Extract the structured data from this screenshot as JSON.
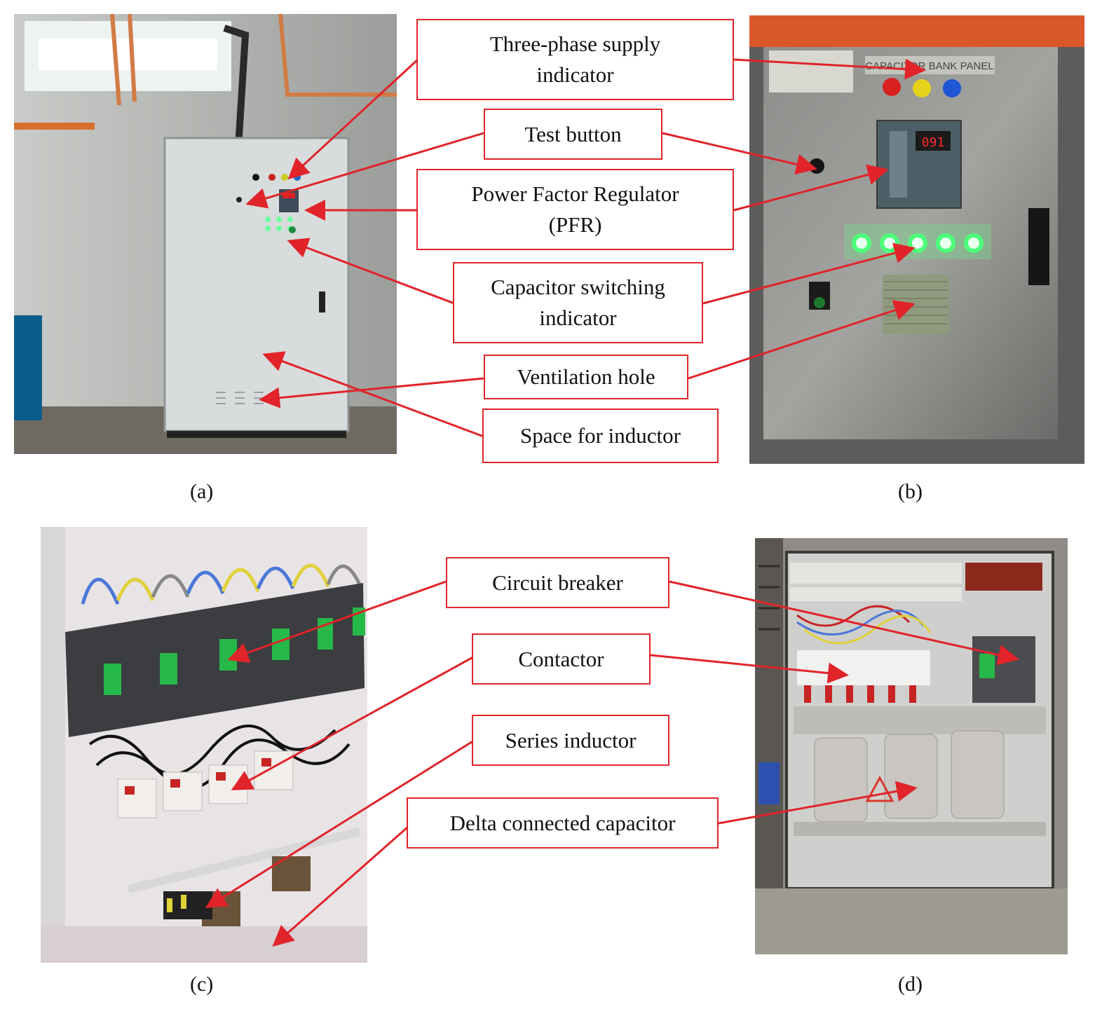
{
  "labels": {
    "three_phase": "Three-phase supply indicator",
    "three_phase_l1": "Three-phase supply",
    "three_phase_l2": "indicator",
    "test_button": "Test button",
    "pfr_l1": "Power Factor Regulator",
    "pfr_l2": "(PFR)",
    "cap_switch_l1": "Capacitor switching",
    "cap_switch_l2": "indicator",
    "ventilation": "Ventilation hole",
    "inductor_space": "Space for inductor",
    "circuit_breaker": "Circuit breaker",
    "contactor": "Contactor",
    "series_inductor": "Series inductor",
    "delta_capacitor": "Delta connected capacitor"
  },
  "captions": {
    "a": "(a)",
    "b": "(b)",
    "c": "(c)",
    "d": "(d)"
  },
  "photo_text": {
    "panel_plate": "CAPACITOR BANK PANEL",
    "pfr_display": "091"
  },
  "colors": {
    "arrow": "#e0242a",
    "indicator_green": "#4cff7a",
    "lamp_red": "#d8211f",
    "lamp_yellow": "#e6d21a",
    "lamp_blue": "#1f55d6",
    "breaker_green": "#27b84a"
  }
}
